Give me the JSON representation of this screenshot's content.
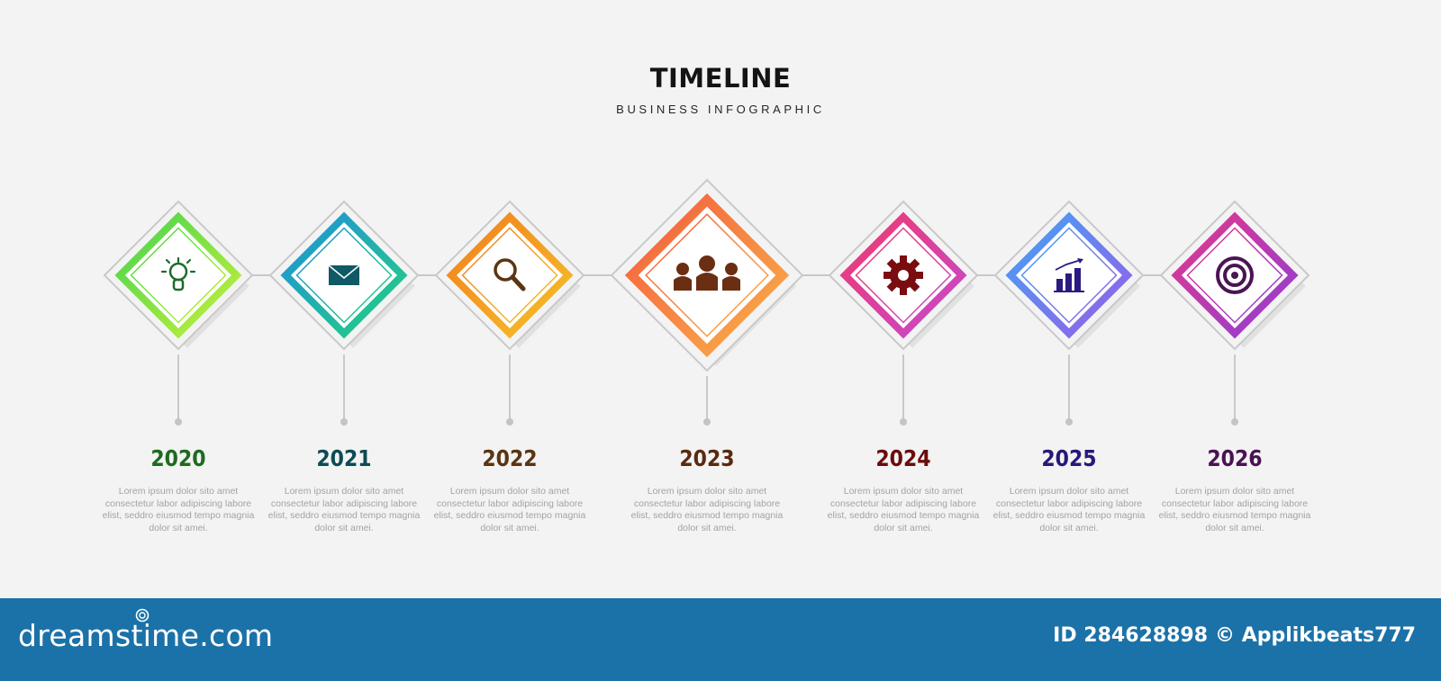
{
  "header": {
    "title": "TIMELINE",
    "subtitle": "BUSINESS INFOGRAPHIC"
  },
  "timeline": [
    {
      "year": "2020",
      "icon": "lightbulb-icon",
      "year_color": "#1e6b1e",
      "gradient": [
        "#3fd24f",
        "#cdf23a"
      ],
      "icon_color": "#1d6b2a",
      "description": "Lorem ipsum dolor sito amet consectetur labor adipiscing labore elist, seddro eiusmod tempo magnia dolor sit amei."
    },
    {
      "year": "2021",
      "icon": "envelope-icon",
      "year_color": "#0d4b55",
      "gradient": [
        "#1e8de0",
        "#25d47a"
      ],
      "icon_color": "#0f5a66",
      "description": "Lorem ipsum dolor sito amet consectetur labor adipiscing labore elist, seddro eiusmod tempo magnia dolor sit amei."
    },
    {
      "year": "2022",
      "icon": "magnifier-icon",
      "year_color": "#5a3512",
      "gradient": [
        "#f07a1c",
        "#f6c62b"
      ],
      "icon_color": "#5b3512",
      "description": "Lorem ipsum dolor sito amet consectetur labor adipiscing labore elist, seddro eiusmod tempo magnia dolor sit amei."
    },
    {
      "year": "2023",
      "icon": "people-icon",
      "year_color": "#5a2a10",
      "gradient": [
        "#f4583e",
        "#f9b54a"
      ],
      "icon_color": "#6b2e12",
      "description": "Lorem ipsum dolor sito amet consectetur labor adipiscing labore elist, seddro eiusmod tempo magnia dolor sit amei."
    },
    {
      "year": "2024",
      "icon": "gear-icon",
      "year_color": "#6b0d0d",
      "gradient": [
        "#f2386b",
        "#c24bd3"
      ],
      "icon_color": "#7a0d10",
      "description": "Lorem ipsum dolor sito amet consectetur labor adipiscing labore elist, seddro eiusmod tempo magnia dolor sit amei."
    },
    {
      "year": "2025",
      "icon": "bar-chart-icon",
      "year_color": "#26187a",
      "gradient": [
        "#3fa6f5",
        "#9b5ae8"
      ],
      "icon_color": "#2a1a82",
      "description": "Lorem ipsum dolor sito amet consectetur labor adipiscing labore elist, seddro eiusmod tempo magnia dolor sit amei."
    },
    {
      "year": "2026",
      "icon": "target-icon",
      "year_color": "#4a1253",
      "gradient": [
        "#e8378a",
        "#8a3fd8"
      ],
      "icon_color": "#4b1454",
      "description": "Lorem ipsum dolor sito amet consectetur labor adipiscing labore elist, seddro eiusmod tempo magnia dolor sit amei."
    }
  ],
  "footer": {
    "brand": "dreamstime.com",
    "image_id": "ID 284628898",
    "author": "© Applikbeats777"
  }
}
